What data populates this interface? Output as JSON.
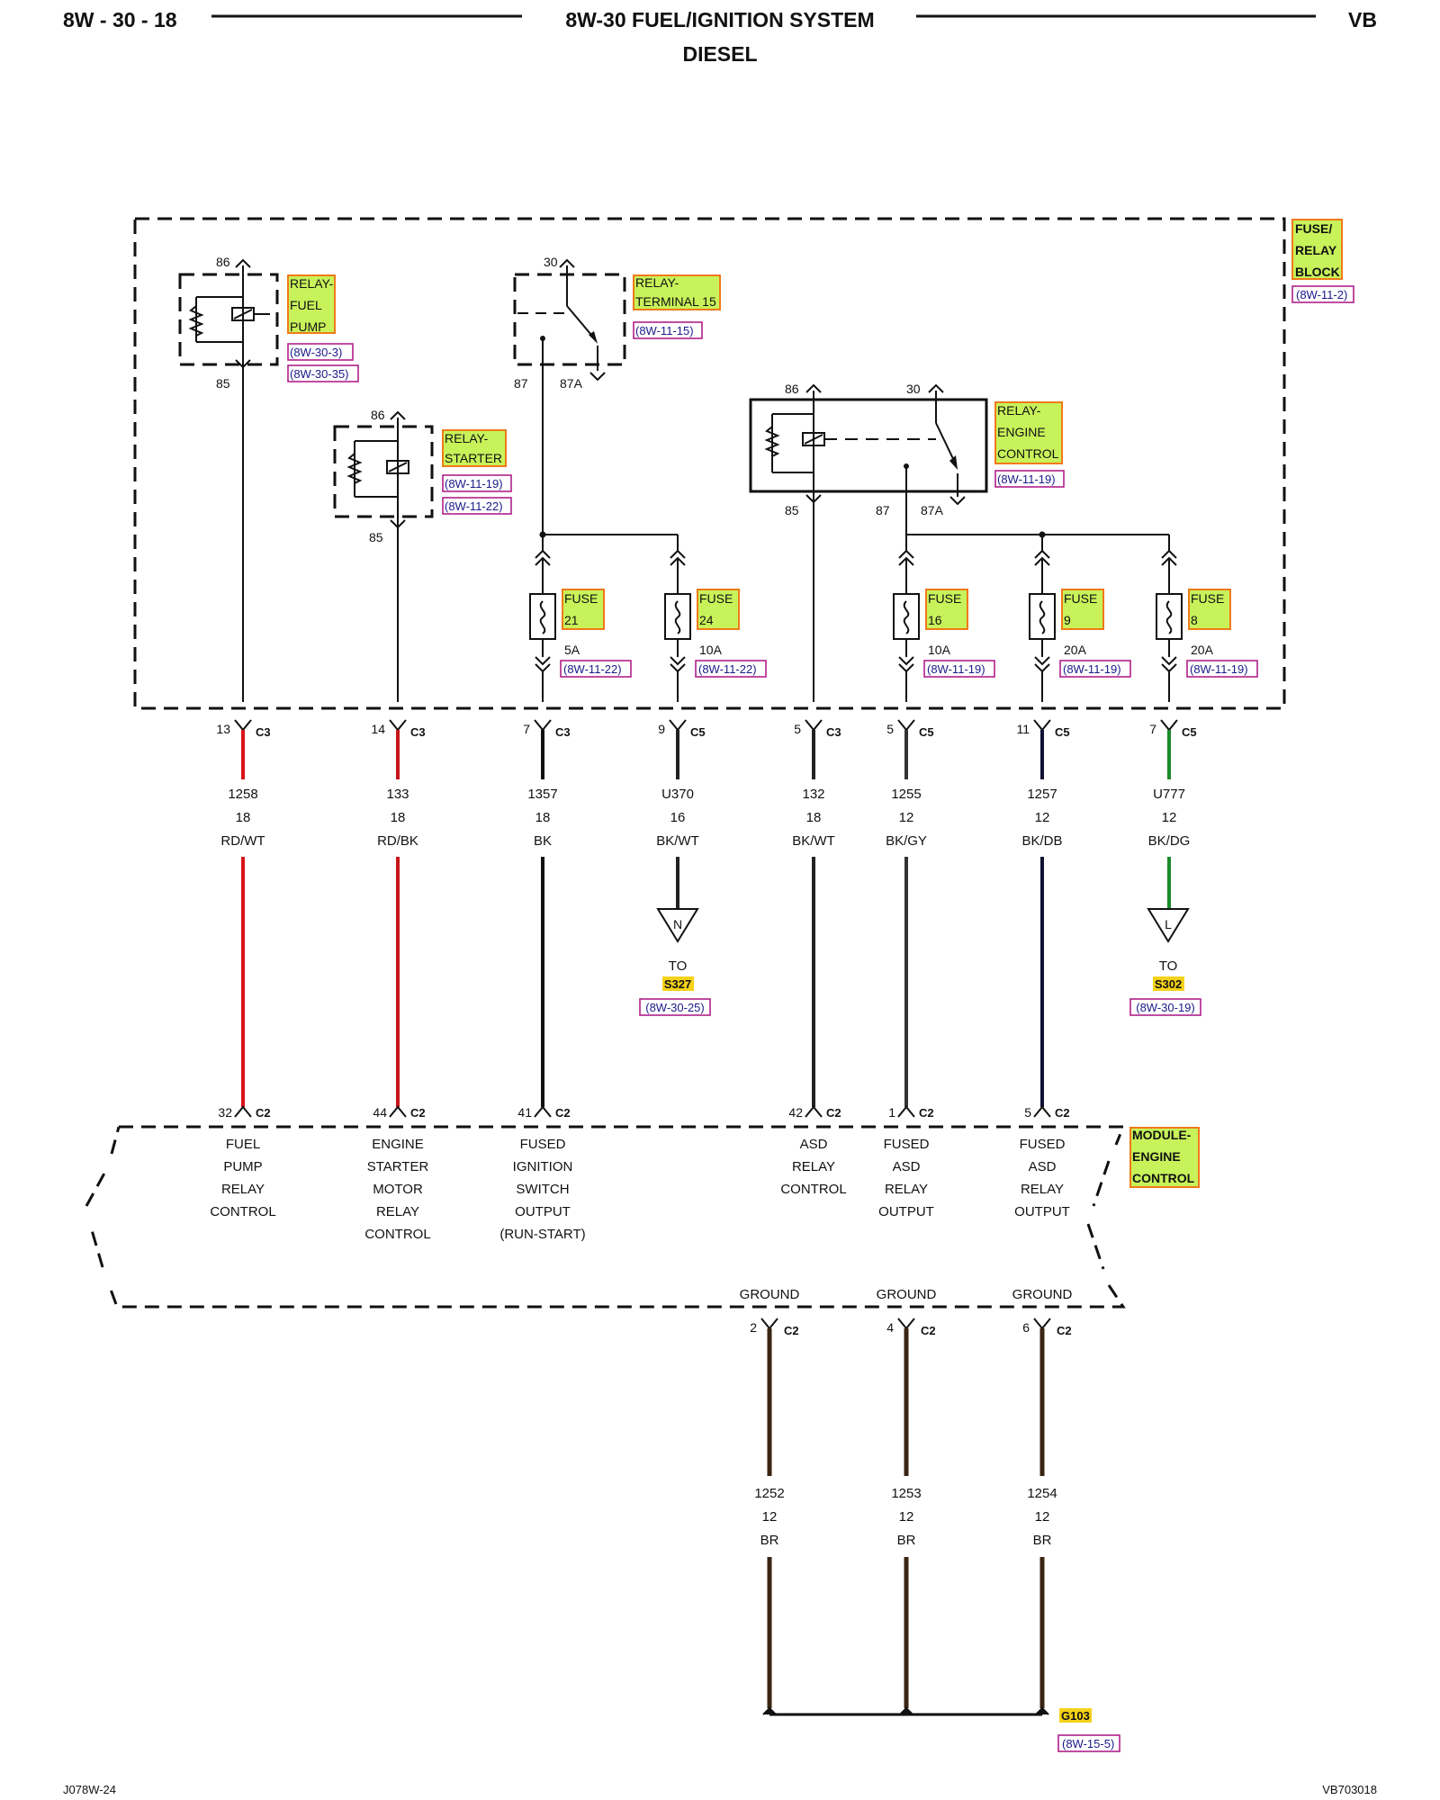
{
  "header": {
    "page_number": "8W - 30 - 18",
    "title": "8W-30 FUEL/IGNITION SYSTEM",
    "subtitle": "DIESEL",
    "model_code": "VB"
  },
  "fuse_relay_block": {
    "label": [
      "FUSE/",
      "RELAY",
      "BLOCK"
    ],
    "ref": "(8W-11-2)"
  },
  "relays": {
    "fuel_pump": {
      "label": [
        "RELAY-",
        "FUEL",
        "PUMP"
      ],
      "refs": [
        "(8W-30-3)",
        "(8W-30-35)"
      ],
      "pin_top": "86",
      "pin_bottom": "85"
    },
    "starter": {
      "label": [
        "RELAY-",
        "STARTER"
      ],
      "refs": [
        "(8W-11-19)",
        "(8W-11-22)"
      ],
      "pin_top": "86",
      "pin_bottom": "85"
    },
    "terminal15": {
      "label": [
        "RELAY-",
        "TERMINAL 15"
      ],
      "refs": [
        "(8W-11-15)"
      ],
      "pin_top": "30",
      "pin_left": "87",
      "pin_right": "87A"
    },
    "engine_control": {
      "label": [
        "RELAY-",
        "ENGINE",
        "CONTROL"
      ],
      "refs": [
        "(8W-11-19)"
      ],
      "pins": [
        "86",
        "30",
        "85",
        "87",
        "87A"
      ]
    }
  },
  "fuses": [
    {
      "label": [
        "FUSE",
        "21"
      ],
      "rating": "5A",
      "ref": "(8W-11-22)"
    },
    {
      "label": [
        "FUSE",
        "24"
      ],
      "rating": "10A",
      "ref": "(8W-11-22)"
    },
    {
      "label": [
        "FUSE",
        "16"
      ],
      "rating": "10A",
      "ref": "(8W-11-19)"
    },
    {
      "label": [
        "FUSE",
        "9"
      ],
      "rating": "20A",
      "ref": "(8W-11-19)"
    },
    {
      "label": [
        "FUSE",
        "8"
      ],
      "rating": "20A",
      "ref": "(8W-11-19)"
    }
  ],
  "top_connectors": [
    {
      "pin": "13",
      "conn": "C3"
    },
    {
      "pin": "14",
      "conn": "C3"
    },
    {
      "pin": "7",
      "conn": "C3"
    },
    {
      "pin": "9",
      "conn": "C5"
    },
    {
      "pin": "5",
      "conn": "C3"
    },
    {
      "pin": "5",
      "conn": "C5"
    },
    {
      "pin": "11",
      "conn": "C5"
    },
    {
      "pin": "7",
      "conn": "C5"
    }
  ],
  "wires": [
    {
      "circuit": "1258",
      "gauge": "18",
      "color": "RD/WT",
      "stroke": "#d8141a"
    },
    {
      "circuit": "133",
      "gauge": "18",
      "color": "RD/BK",
      "stroke": "#c8141a"
    },
    {
      "circuit": "1357",
      "gauge": "18",
      "color": "BK",
      "stroke": "#111111"
    },
    {
      "circuit": "U370",
      "gauge": "16",
      "color": "BK/WT",
      "stroke": "#222222"
    },
    {
      "circuit": "132",
      "gauge": "18",
      "color": "BK/WT",
      "stroke": "#222222"
    },
    {
      "circuit": "1255",
      "gauge": "12",
      "color": "BK/GY",
      "stroke": "#333333"
    },
    {
      "circuit": "1257",
      "gauge": "12",
      "color": "BK/DB",
      "stroke": "#111133"
    },
    {
      "circuit": "U777",
      "gauge": "12",
      "color": "BK/DG",
      "stroke": "#1a8a2a"
    }
  ],
  "splices": [
    {
      "letter": "N",
      "to": "TO",
      "id": "S327",
      "ref": "(8W-30-25)"
    },
    {
      "letter": "L",
      "to": "TO",
      "id": "S302",
      "ref": "(8W-30-19)"
    }
  ],
  "module_connectors": [
    {
      "pin": "32",
      "conn": "C2"
    },
    {
      "pin": "44",
      "conn": "C2"
    },
    {
      "pin": "41",
      "conn": "C2"
    },
    {
      "pin": "42",
      "conn": "C2"
    },
    {
      "pin": "1",
      "conn": "C2"
    },
    {
      "pin": "5",
      "conn": "C2"
    }
  ],
  "module": {
    "label": [
      "MODULE-",
      "ENGINE",
      "CONTROL"
    ],
    "functions": [
      [
        "FUEL",
        "PUMP",
        "RELAY",
        "CONTROL"
      ],
      [
        "ENGINE",
        "STARTER",
        "MOTOR",
        "RELAY",
        "CONTROL"
      ],
      [
        "FUSED",
        "IGNITION",
        "SWITCH",
        "OUTPUT",
        "(RUN-START)"
      ],
      [
        "ASD",
        "RELAY",
        "CONTROL"
      ],
      [
        "FUSED",
        "ASD",
        "RELAY",
        "OUTPUT"
      ],
      [
        "FUSED",
        "ASD",
        "RELAY",
        "OUTPUT"
      ]
    ],
    "ground_label": "GROUND"
  },
  "ground_connectors": [
    {
      "pin": "2",
      "conn": "C2"
    },
    {
      "pin": "4",
      "conn": "C2"
    },
    {
      "pin": "6",
      "conn": "C2"
    }
  ],
  "ground_wires": [
    {
      "circuit": "1252",
      "gauge": "12",
      "color": "BR",
      "stroke": "#3a2412"
    },
    {
      "circuit": "1253",
      "gauge": "12",
      "color": "BR",
      "stroke": "#3a2412"
    },
    {
      "circuit": "1254",
      "gauge": "12",
      "color": "BR",
      "stroke": "#3a2412"
    }
  ],
  "ground_point": {
    "id": "G103",
    "ref": "(8W-15-5)"
  },
  "footer": {
    "left": "J078W-24",
    "right": "VB703018"
  }
}
